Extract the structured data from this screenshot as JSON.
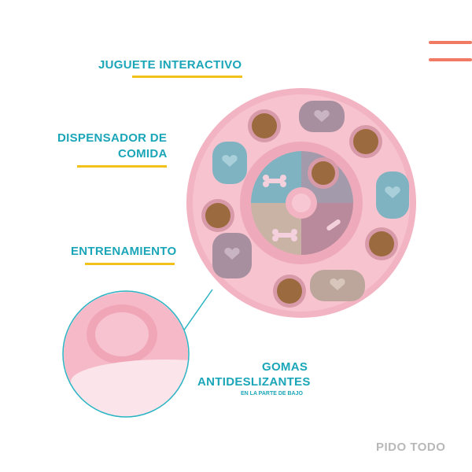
{
  "labels": {
    "juguete": "JUGUETE INTERACTIVO",
    "dispensador_line1": "DISPENSADOR DE",
    "dispensador_line2": "COMIDA",
    "entrenamiento": "ENTRENAMIENTO",
    "gomas_line1": "GOMAS",
    "gomas_line2": "ANTIDESLIZANTES",
    "gomas_sub": "EN LA PARTE DE BAJO"
  },
  "brand": "PIDO TODO",
  "colors": {
    "label": "#1aa6b8",
    "underline": "#f2c21a",
    "menu": "#f07a63",
    "toy_pink": "#f4b6c4"
  },
  "icons": [
    "menu-icon",
    "bone-icon",
    "heart-icon"
  ]
}
